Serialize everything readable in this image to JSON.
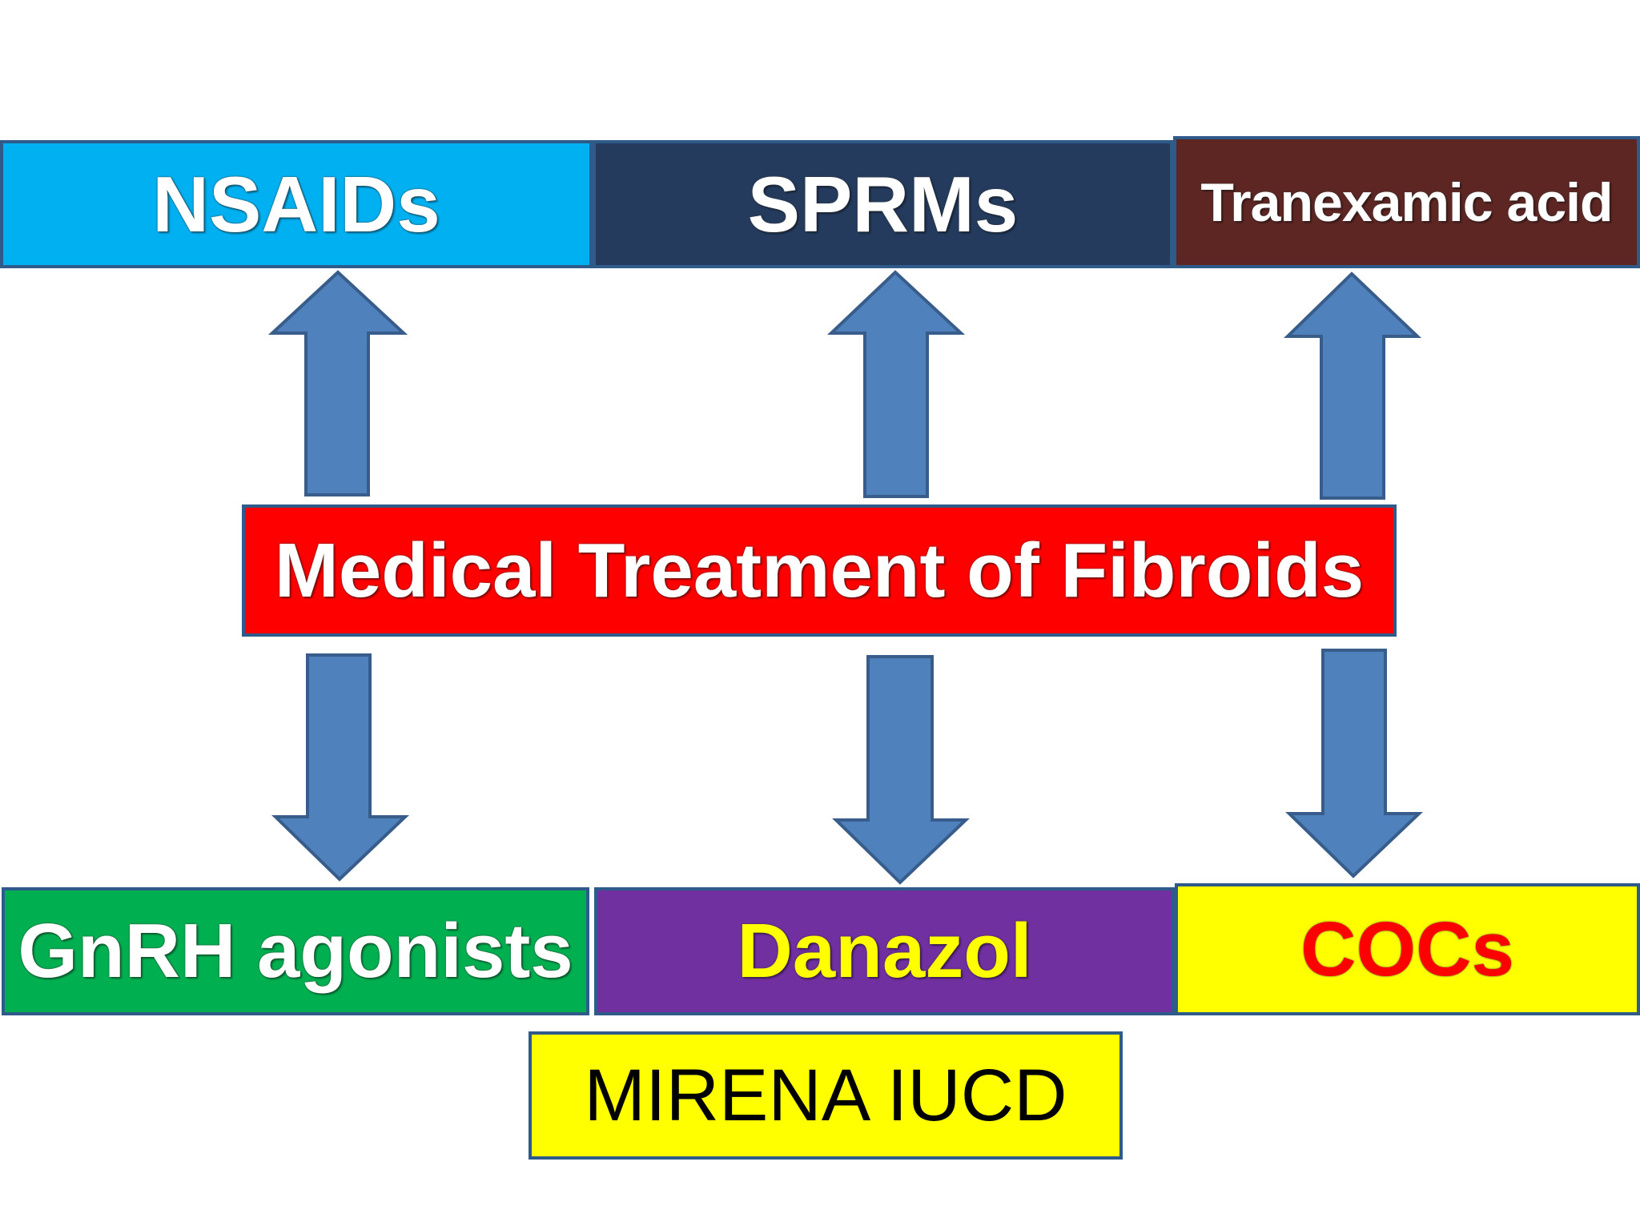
{
  "center": {
    "label": "Medical Treatment of Fibroids"
  },
  "top_row": [
    {
      "label": "NSAIDs",
      "color": "#00b0f0"
    },
    {
      "label": "SPRMs",
      "color": "#243b5e"
    },
    {
      "label": "Tranexamic acid",
      "color": "#5e2623"
    }
  ],
  "bottom_row": [
    {
      "label": "GnRH agonists",
      "color": "#00b050"
    },
    {
      "label": "Danazol",
      "color": "#7030a0"
    },
    {
      "label": "COCs",
      "color": "#ffff00"
    }
  ],
  "extra": {
    "label": "MIRENA IUCD",
    "color": "#ffff00"
  },
  "arrow_color": "#4f81bd"
}
